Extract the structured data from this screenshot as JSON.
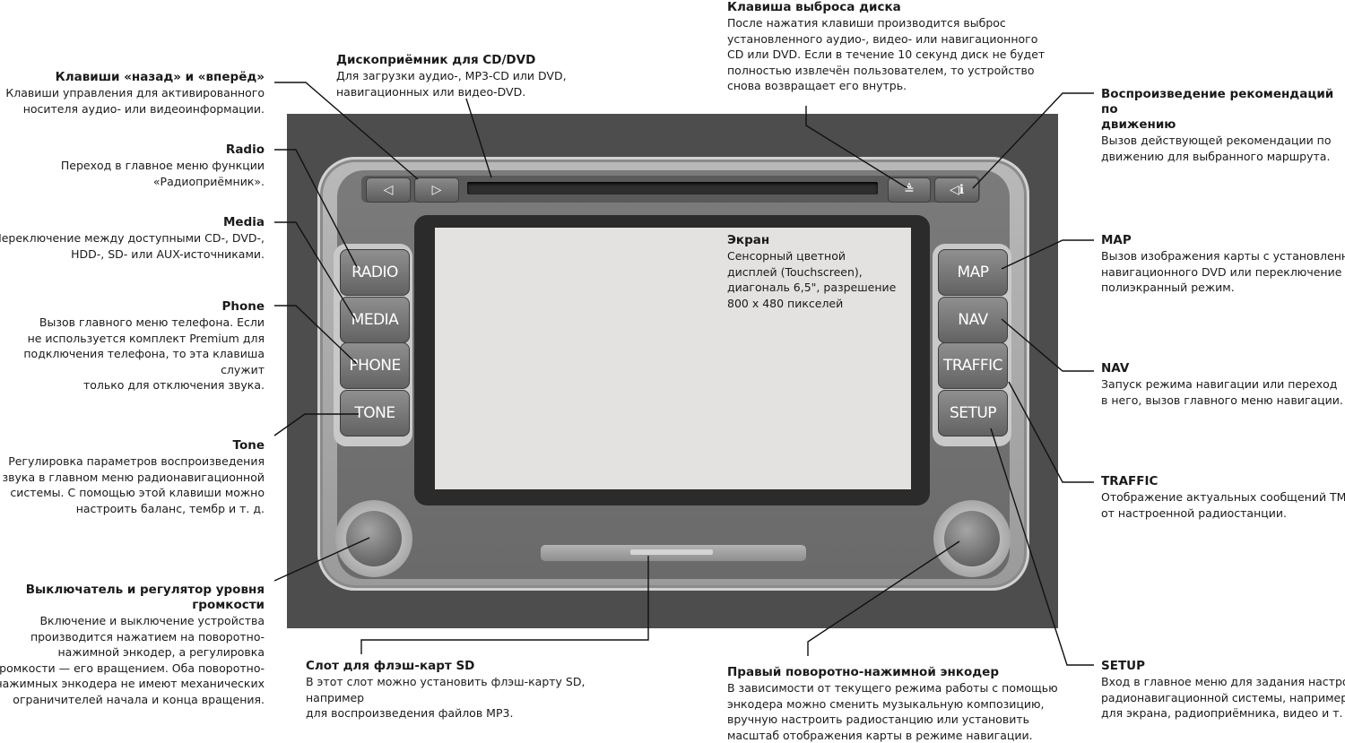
{
  "device": {
    "btn_left": "◁",
    "btn_right": "▷",
    "btn_eject": "≜",
    "btn_info": "◁ℹ",
    "left_buttons": [
      "RADIO",
      "MEDIA",
      "PHONE",
      "TONE"
    ],
    "right_buttons": [
      "MAP",
      "NAV",
      "TRAFFIC",
      "SETUP"
    ]
  },
  "annotations": {
    "nav_keys": {
      "title": "Клавиши «назад» и «вперёд»",
      "desc": "Клавиши управления для активированного\nносителя аудио- или видеоинформации."
    },
    "radio": {
      "title": "Radio",
      "desc": "Переход в главное меню функции\n«Радиоприёмник»."
    },
    "media": {
      "title": "Media",
      "desc": "Переключение между доступными CD-, DVD-,\nHDD-, SD- или AUX-источниками."
    },
    "phone": {
      "title": "Phone",
      "desc": "Вызов главного меню телефона. Если\nне используется комплект Premium для\nподключения телефона, то эта клавиша служит\nтолько для отключения звука."
    },
    "tone": {
      "title": "Tone",
      "desc": "Регулировка параметров воспроизведения\nзвука в главном меню радионавигационной\nсистемы. С помощью этой клавиши можно\nнастроить баланс, тембр и т. д."
    },
    "power": {
      "title": "Выключатель и регулятор уровня\nгромкости",
      "desc": "Включение и выключение устройства\nпроизводится нажатием на поворотно-\nнажимной энкодер, а регулировка\nгромкости — его вращением. Оба поворотно-\nнажимных энкодера не имеют механических\nограничителей начала и конца вращения."
    },
    "cd": {
      "title": "Дископриёмник для CD/DVD",
      "desc": "Для загрузки аудио-, MP3-CD или DVD,\nнавигационных или видео-DVD."
    },
    "eject": {
      "title": "Клавиша выброса диска",
      "desc": "После нажатия клавиши производится выброс\nустановленного аудио-, видео- или навигационного\nCD или DVD. Если в течение 10 секунд диск не будет\nполностью извлечён пользователем, то устройство\nснова возвращает его внутрь."
    },
    "screen": {
      "title": "Экран",
      "desc": "Сенсорный цветной\nдисплей (Touchscreen),\nдиагональ 6,5\", разрешение\n800 x 480 пикселей"
    },
    "traffic_rec": {
      "title": "Воспроизведение рекомендаций по\nдвижению",
      "desc": "Вызов действующей рекомендации по\nдвижению для выбранного маршрута."
    },
    "map": {
      "title": "MAP",
      "desc": "Вызов изображения карты с установленного\nнавигационного DVD или переключение на\nполиэкранный режим."
    },
    "nav": {
      "title": "NAV",
      "desc": "Запуск режима навигации или переход\nв него, вызов главного меню навигации."
    },
    "traffic": {
      "title": "TRAFFIC",
      "desc": "Отображение актуальных сообщений TMC\nот настроенной радиостанции."
    },
    "setup": {
      "title": "SETUP",
      "desc": "Вход в главное меню для задания настроек\nрадионавигационной системы, например\nдля экрана, радиоприёмника, видео и т. д."
    },
    "sd": {
      "title": "Слот для флэш-карт SD",
      "desc": "В этот слот можно установить флэш-карту SD, например\nдля воспроизведения файлов MP3."
    },
    "encoder": {
      "title": "Правый поворотно-нажимной энкодер",
      "desc": "В зависимости от текущего режима работы с помощью\nэнкодера можно сменить музыкальную композицию,\nвручную настроить радиостанцию или установить\nмасштаб отображения карты в режиме навигации."
    }
  }
}
